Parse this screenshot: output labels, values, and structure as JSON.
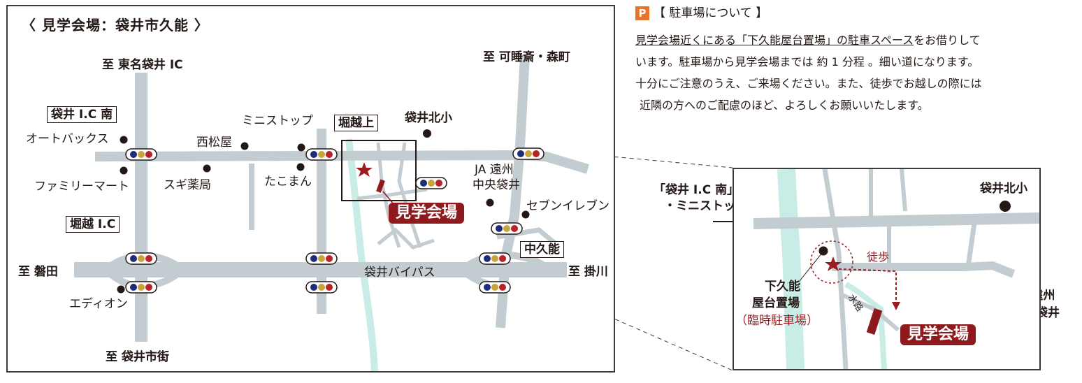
{
  "map": {
    "title": "〈 見学会場：袋井市久能 〉",
    "directions": {
      "north_left": "至 東名袋井 IC",
      "north_right": "至 可睡斎・森町",
      "west": "至 磐田",
      "east": "至 掛川",
      "south": "至 袋井市街"
    },
    "boxed_labels": {
      "fukuroi_ic_minami": "袋井 I.C 南",
      "horikoshi_ue": "堀越上",
      "horikoshi_ic": "堀越 I.C",
      "nakakuno": "中久能"
    },
    "landmarks": {
      "autobacs": "オートバックス",
      "familymart": "ファミリーマート",
      "nishimatsuya": "西松屋",
      "sugi": "スギ薬局",
      "ministop": "ミニストップ",
      "takoman": "たこまん",
      "fukuroi_kitasho": "袋井北小",
      "ja_line1": "JA 遠州",
      "ja_line2": "中央袋井",
      "seven": "セブンイレブン",
      "eddy": "エディオン",
      "bypass": "袋井バイパス"
    },
    "venue": "見学会場"
  },
  "info": {
    "badge": "P",
    "heading": "【 駐車場について 】",
    "line1_a": "見学会場近くにある「下久能屋台置場」の駐車スペース",
    "line1_b": "をお借りして",
    "line2": "います。駐車場から見学会場までは 約 1 分程 。細い道になります。",
    "line3": "十分にご注意のうえ、ご来場ください。また、徒歩でお越しの際には",
    "line4": "近隣の方へのご配慮のほど、よろしくお願いいたします。"
  },
  "inset": {
    "left_label_1": "「袋井 I.C 南」交差点",
    "left_label_2": "・ミニストップ",
    "kitasho": "袋井北小",
    "walk": "徒歩",
    "parking_1": "下久能",
    "parking_2": "屋台置場",
    "parking_3": "（臨時駐車場）",
    "waterway": "水路",
    "ja_1": "JA 遠州",
    "ja_2": "中央袋井",
    "venue": "見学会場"
  },
  "colors": {
    "road": "#c3ccd1",
    "water": "#c8ece6",
    "venue": "#8e1a1e",
    "star": "#9b1c20",
    "signal_blue": "#1f2c7a",
    "signal_yellow": "#c8a43a",
    "signal_red": "#b8232a"
  }
}
